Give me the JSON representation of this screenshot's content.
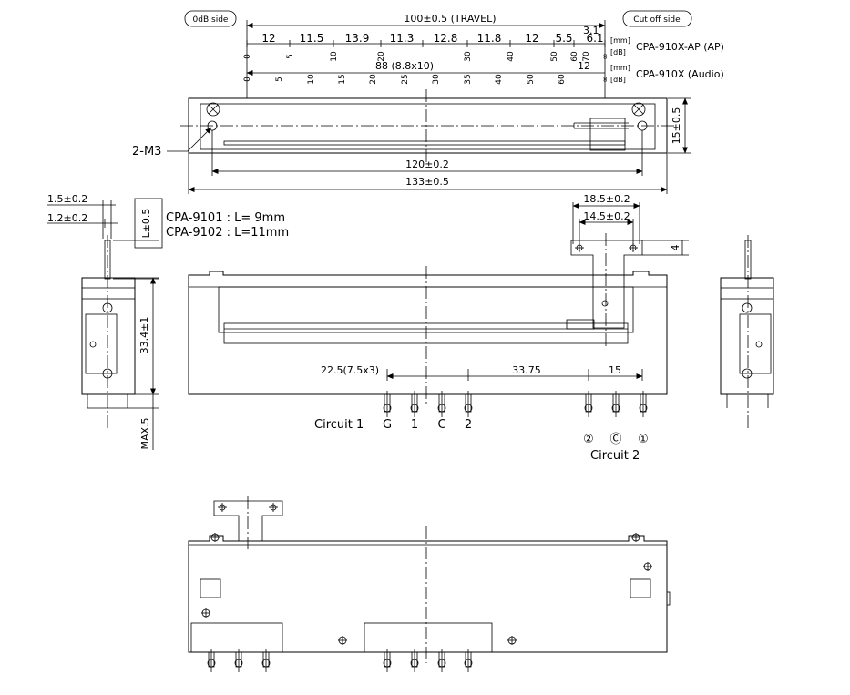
{
  "labels": {
    "odb_side": "0dB side",
    "cutoff_side": "Cut off side",
    "travel": "100±0.5 (TRAVEL)",
    "unit_mm": "[mm]",
    "unit_db": "[dB]",
    "model_ap": "CPA-910X-AP (AP)",
    "model_audio": "CPA-910X (Audio)",
    "spacing_88": "88 (8.8x10)",
    "seg_3_1": "3.1",
    "seg_12b": "12",
    "m3": "2-M3",
    "dim_120": "120±0.2",
    "dim_133": "133±0.5",
    "dim_15": "15±0.5",
    "dim_1_5": "1.5±0.2",
    "dim_1_2": "1.2±0.2",
    "dim_l": "L±0.5",
    "cpa9101": "CPA-9101 : L=  9mm",
    "cpa9102": "CPA-9102 : L=11mm",
    "dim_18_5": "18.5±0.2",
    "dim_14_5": "14.5±0.2",
    "dim_4": "4",
    "dim_33_4": "33.4±1",
    "dim_max5": "MAX.5",
    "dim_22_5": "22.5(7.5x3)",
    "dim_33_75": "33.75",
    "dim_15b": "15",
    "circuit1": "Circuit 1",
    "circuit2": "Circuit 2",
    "pin_g": "G",
    "pin_1": "1",
    "pin_c": "C",
    "pin_2": "2",
    "pin2_2": "②",
    "pin2_c": "Ⓒ",
    "pin2_1": "①"
  },
  "segments_ap": [
    "12",
    "11.5",
    "13.9",
    "11.3",
    "12.8",
    "11.8",
    "12",
    "5.5",
    "6.1"
  ],
  "scale_ap": [
    "0",
    "5",
    "10",
    "20",
    "30",
    "40",
    "50",
    "60",
    "70",
    "∞"
  ],
  "scale_audio": [
    "0",
    "5",
    "10",
    "15",
    "20",
    "25",
    "30",
    "35",
    "40",
    "50",
    "60",
    "∞"
  ]
}
